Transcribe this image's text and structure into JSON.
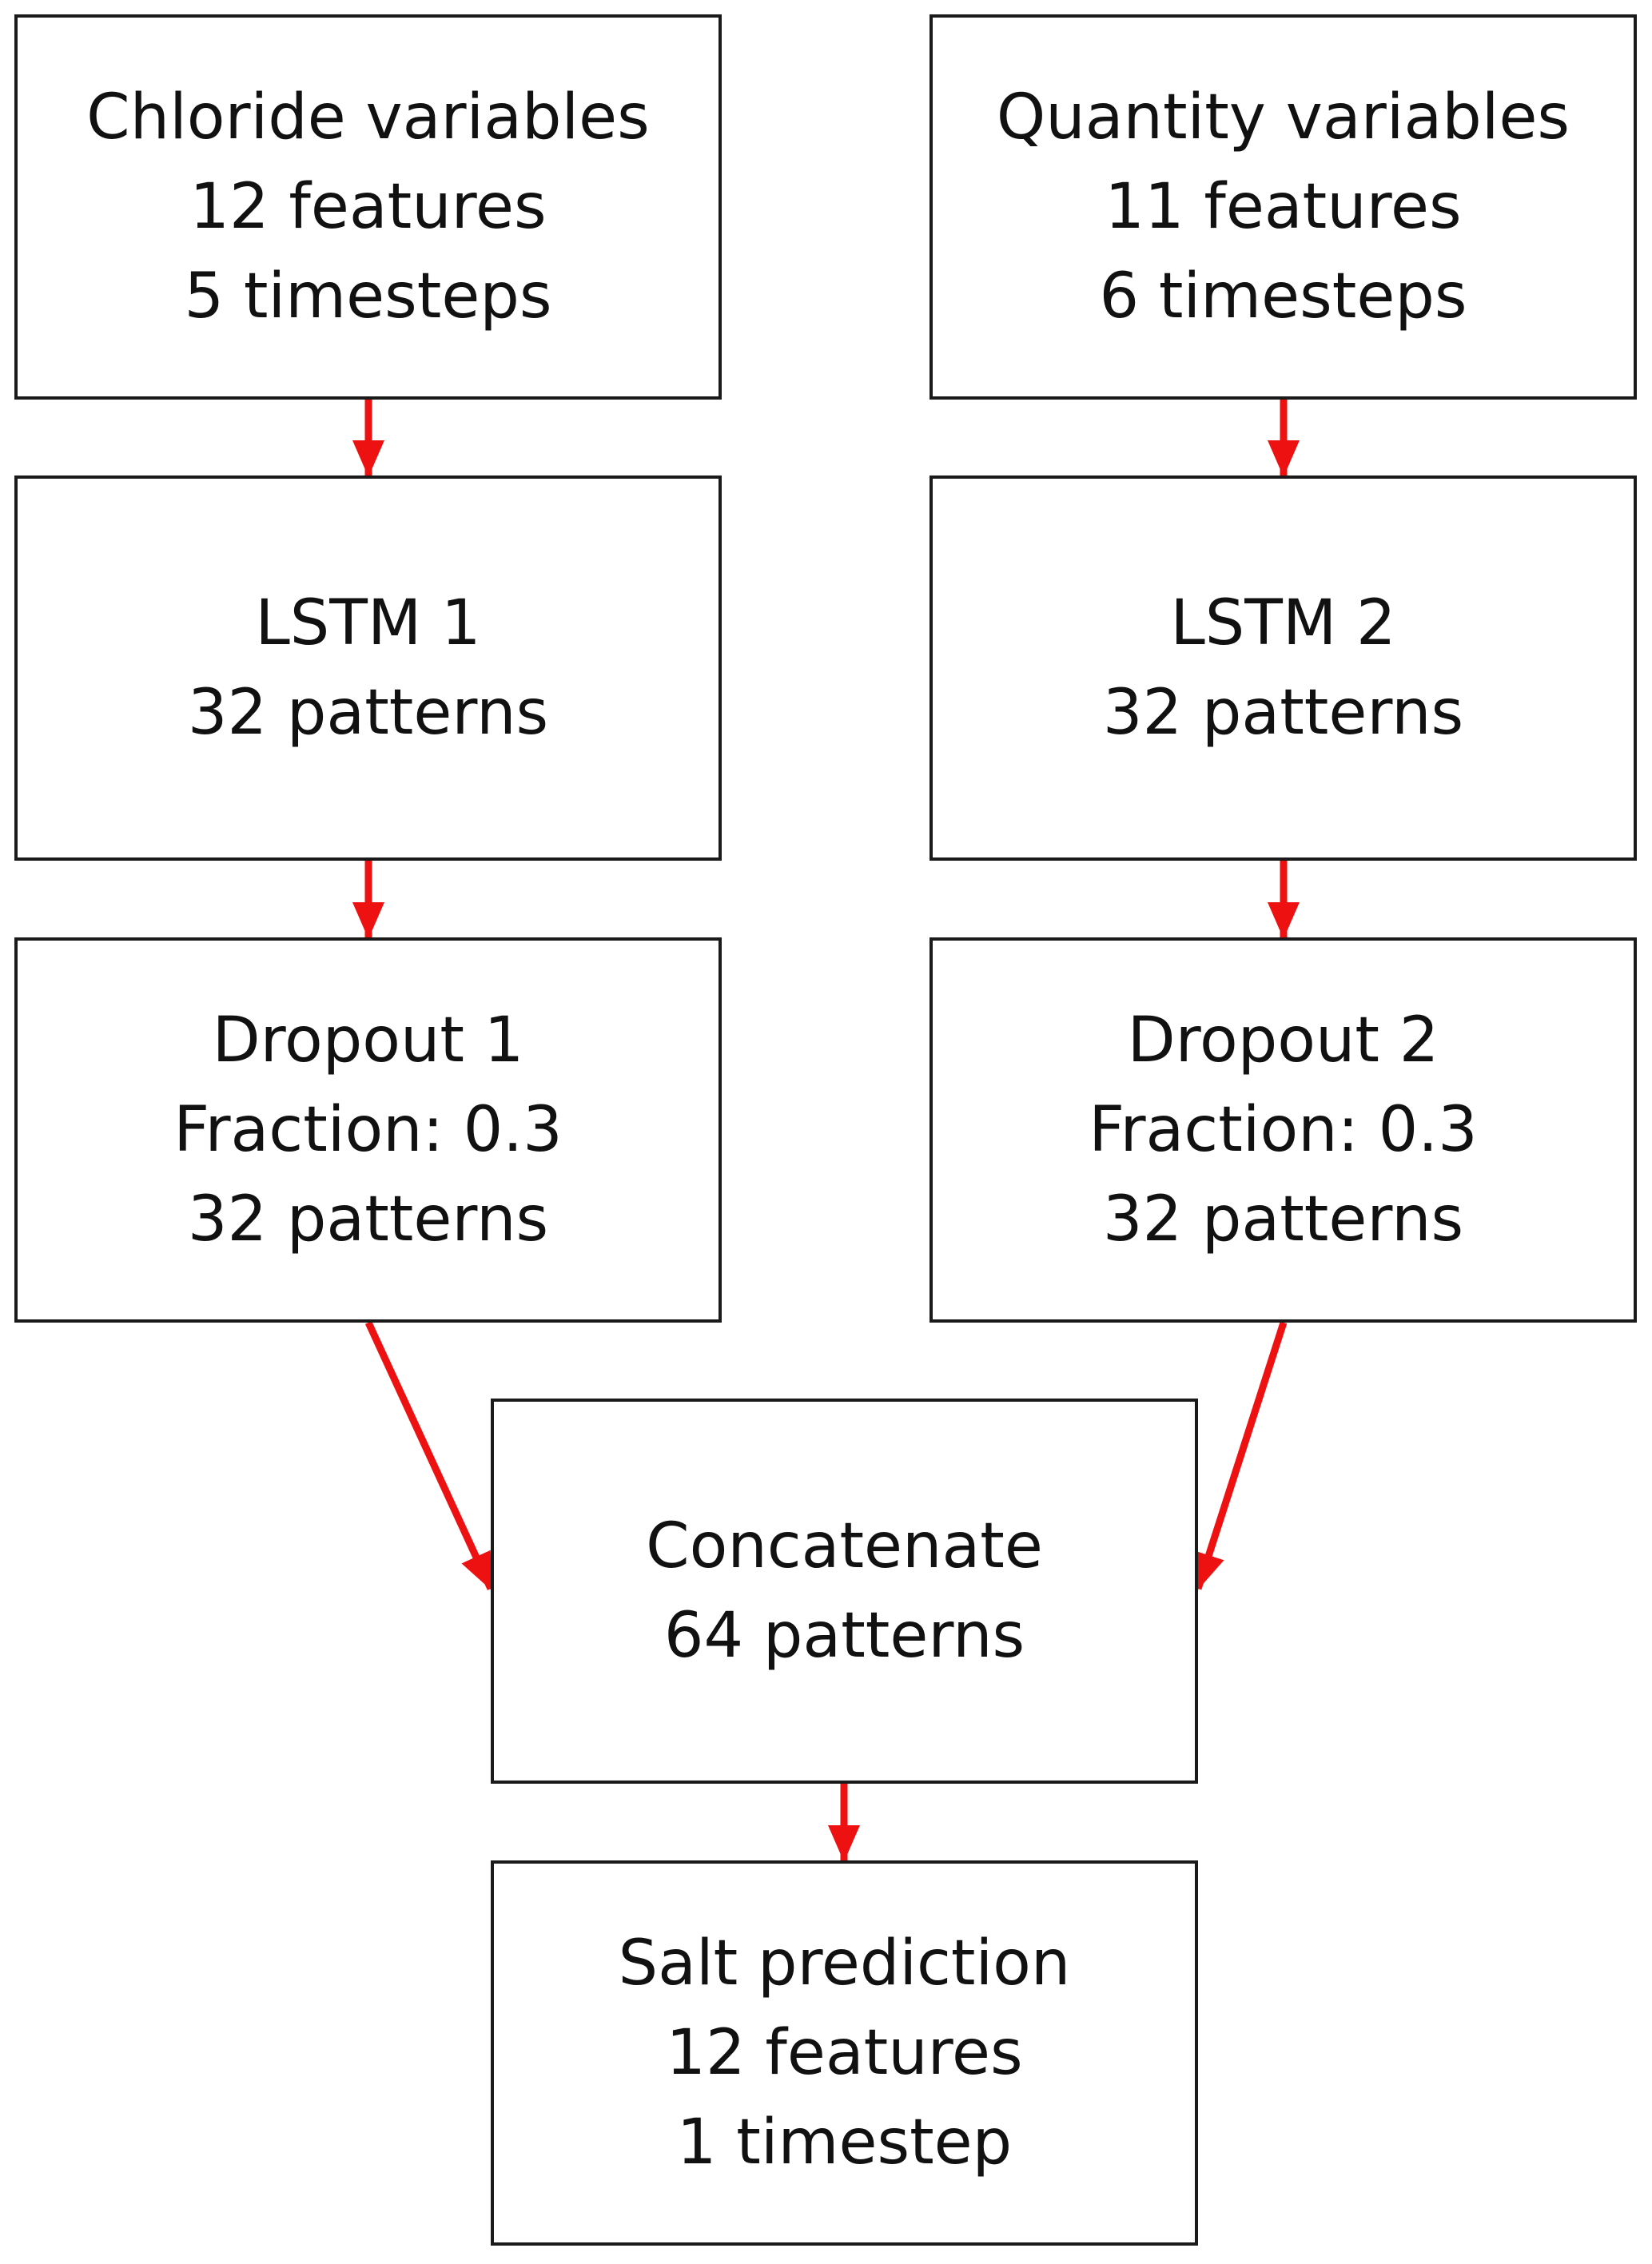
{
  "style": {
    "arrow_color": "#ee1111",
    "border_color": "#1a1a1a",
    "text_color": "#111111"
  },
  "nodes": {
    "chloride": {
      "line1": "Chloride variables",
      "line2": "12 features",
      "line3": "5 timesteps"
    },
    "quantity": {
      "line1": "Quantity variables",
      "line2": "11 features",
      "line3": "6 timesteps"
    },
    "lstm1": {
      "line1": "LSTM 1",
      "line2": "32 patterns"
    },
    "lstm2": {
      "line1": "LSTM 2",
      "line2": "32 patterns"
    },
    "dropout1": {
      "line1": "Dropout 1",
      "line2": "Fraction: 0.3",
      "line3": "32 patterns"
    },
    "dropout2": {
      "line1": "Dropout 2",
      "line2": "Fraction: 0.3",
      "line3": "32 patterns"
    },
    "concatenate": {
      "line1": "Concatenate",
      "line2": "64 patterns"
    },
    "salt": {
      "line1": "Salt prediction",
      "line2": "12 features",
      "line3": "1 timestep"
    }
  },
  "edges": [
    {
      "from": "chloride",
      "to": "lstm1"
    },
    {
      "from": "quantity",
      "to": "lstm2"
    },
    {
      "from": "lstm1",
      "to": "dropout1"
    },
    {
      "from": "lstm2",
      "to": "dropout2"
    },
    {
      "from": "dropout1",
      "to": "concatenate"
    },
    {
      "from": "dropout2",
      "to": "concatenate"
    },
    {
      "from": "concatenate",
      "to": "salt"
    }
  ]
}
